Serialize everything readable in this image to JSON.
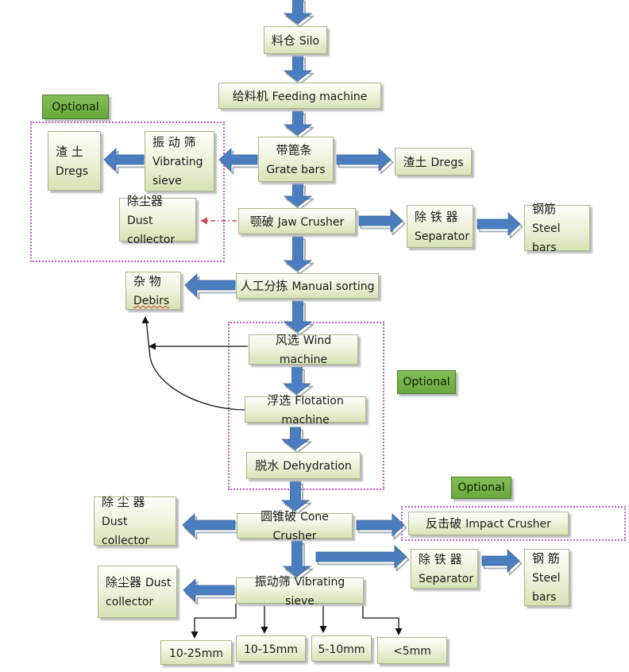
{
  "optional_label": "Optional",
  "nodes": {
    "silo": {
      "zh": "料仓",
      "en": "Silo"
    },
    "feeding": {
      "zh": "给料机",
      "en": "Feeding machine"
    },
    "grate": {
      "zh": "带篦条",
      "en": "Grate bars"
    },
    "dregs_right": {
      "zh": "渣土",
      "en": "Dregs"
    },
    "dregs_left": {
      "zh": "渣 土",
      "en": "Dregs"
    },
    "vibrating_sieve_1": {
      "zh": "振 动 筛",
      "en": "Vibrating sieve"
    },
    "dust_collector_1": {
      "zh": "除尘器",
      "en": "Dust collector"
    },
    "jaw_crusher": {
      "zh": "颚破",
      "en": "Jaw Crusher"
    },
    "separator_1": {
      "zh": "除 铁 器",
      "en": "Separator"
    },
    "steel_bars_1": {
      "zh": "钢筋",
      "en": "Steel bars"
    },
    "manual_sorting": {
      "zh": "人工分拣",
      "en": "Manual sorting"
    },
    "debirs": {
      "zh": "杂  物",
      "en": "Debirs"
    },
    "wind_machine": {
      "zh": "风选",
      "en": "Wind machine"
    },
    "flotation": {
      "zh": "浮选",
      "en": "Flotation machine"
    },
    "dehydration": {
      "zh": "脱水",
      "en": "Dehydration"
    },
    "dust_collector_2": {
      "zh": "除 尘 器",
      "en": "Dust collector"
    },
    "cone_crusher": {
      "zh": "圆锥破",
      "en": "Cone Crusher"
    },
    "impact_crusher": {
      "zh": "反击破",
      "en": "Impact Crusher"
    },
    "separator_2": {
      "zh": "除 铁 器",
      "en": "Separator"
    },
    "steel_bars_2": {
      "zh": "钢 筋",
      "en": "Steel bars"
    },
    "dust_collector_3": {
      "zh": "除尘器",
      "en": "Dust collector"
    },
    "vibrating_sieve_2": {
      "zh": "振动筛",
      "en": "Vibrating sieve"
    },
    "size_10_25": {
      "label": "10-25mm"
    },
    "size_10_15": {
      "label": "10-15mm"
    },
    "size_5_10": {
      "label": "5-10mm"
    },
    "size_lt5": {
      "label": "<5mm"
    }
  },
  "colors": {
    "node_fill_top": "#fdfefa",
    "node_fill_bottom": "#d7e3b6",
    "node_border": "#a9b789",
    "optional_green": "#6aa93f",
    "arrow_blue": "#4a7ec0",
    "dotted_purple": "#b75fbf",
    "red_connector": "#c0504d"
  }
}
